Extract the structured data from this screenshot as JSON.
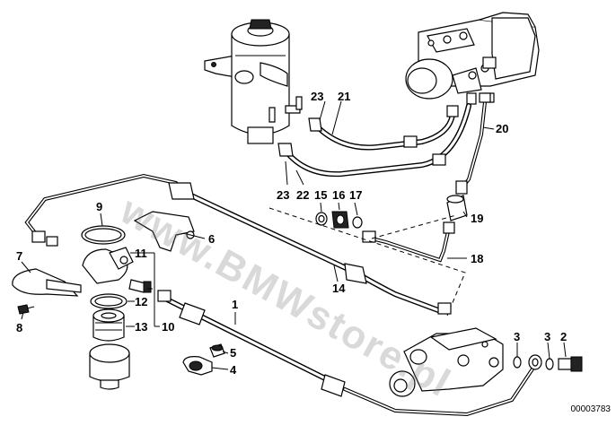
{
  "drawing_number": "00003783",
  "watermark": "www.BMWstore.pl",
  "callouts": {
    "c1": "1",
    "c2": "2",
    "c3a": "3",
    "c3b": "3",
    "c4": "4",
    "c5": "5",
    "c6": "6",
    "c7": "7",
    "c8": "8",
    "c9": "9",
    "c10": "10",
    "c11": "11",
    "c12": "12",
    "c13": "13",
    "c14": "14",
    "c15": "15",
    "c16": "16",
    "c17": "17",
    "c18": "18",
    "c19": "19",
    "c20": "20",
    "c21": "21",
    "c22": "22",
    "c23a": "23",
    "c23b": "23"
  }
}
